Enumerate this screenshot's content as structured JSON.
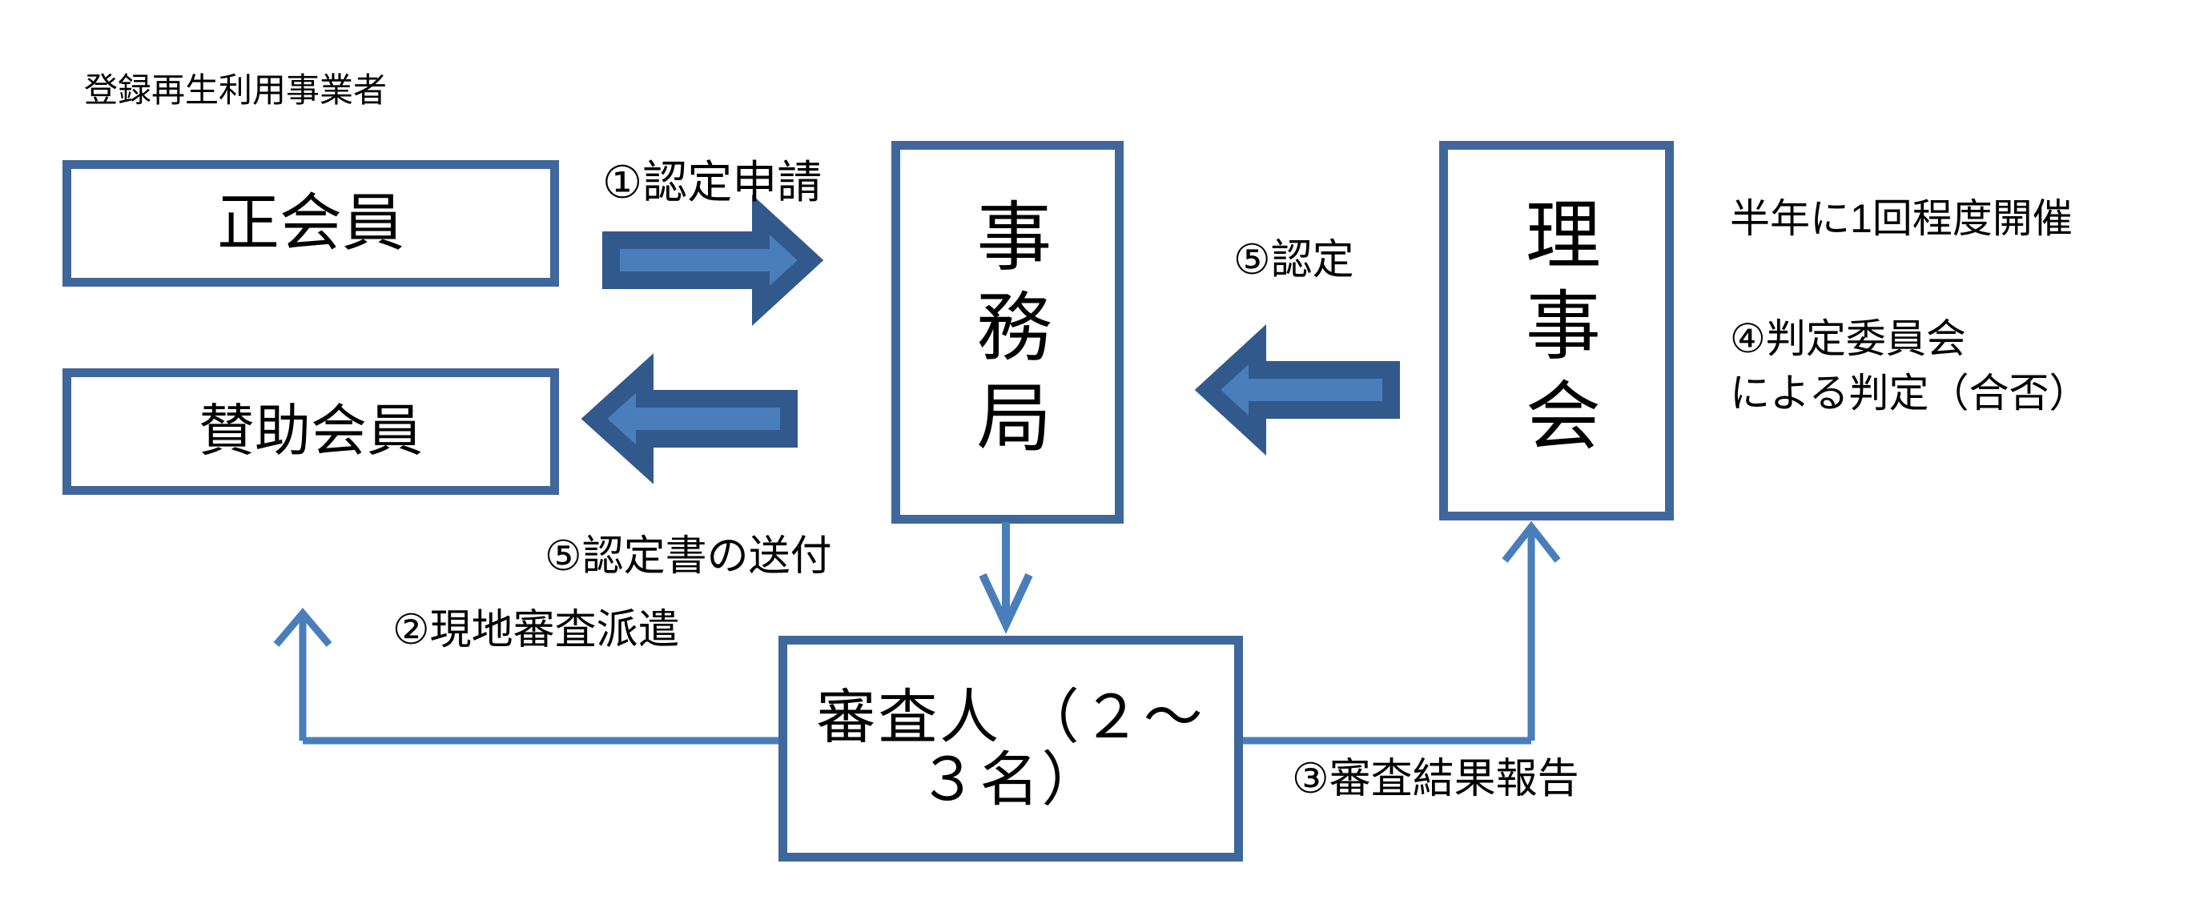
{
  "diagram": {
    "title_caption": "登録再生利用事業者",
    "colors": {
      "box_border": "#40679c",
      "box_fill": "#ffffff",
      "block_arrow_fill": "#4a7ebb",
      "block_arrow_border": "#31598c",
      "thin_connector": "#4a7ebb",
      "text": "#000000",
      "background": "#ffffff"
    },
    "nodes": [
      {
        "id": "seikaiin",
        "label": "正会員",
        "orientation": "horizontal"
      },
      {
        "id": "sanjokaiin",
        "label": "賛助会員",
        "orientation": "horizontal"
      },
      {
        "id": "jimukyoku",
        "label": "事務局",
        "orientation": "vertical"
      },
      {
        "id": "rijikai",
        "label": "理事会",
        "orientation": "vertical"
      },
      {
        "id": "shinsanin",
        "label": "審査人\n（２～３名）",
        "orientation": "horizontal"
      }
    ],
    "flow_labels": [
      {
        "id": "step1",
        "text": "①認定申請"
      },
      {
        "id": "step5a",
        "text": "⑤認定"
      },
      {
        "id": "step5b",
        "text": "⑤認定書の送付"
      },
      {
        "id": "step2",
        "text": "②現地審査派遣"
      },
      {
        "id": "step3",
        "text": "③審査結果報告"
      }
    ],
    "annotations": [
      {
        "id": "frequency",
        "text": "半年に1回程度開催"
      },
      {
        "id": "step4",
        "text": "④判定委員会\nによる判定（合否）"
      }
    ]
  }
}
